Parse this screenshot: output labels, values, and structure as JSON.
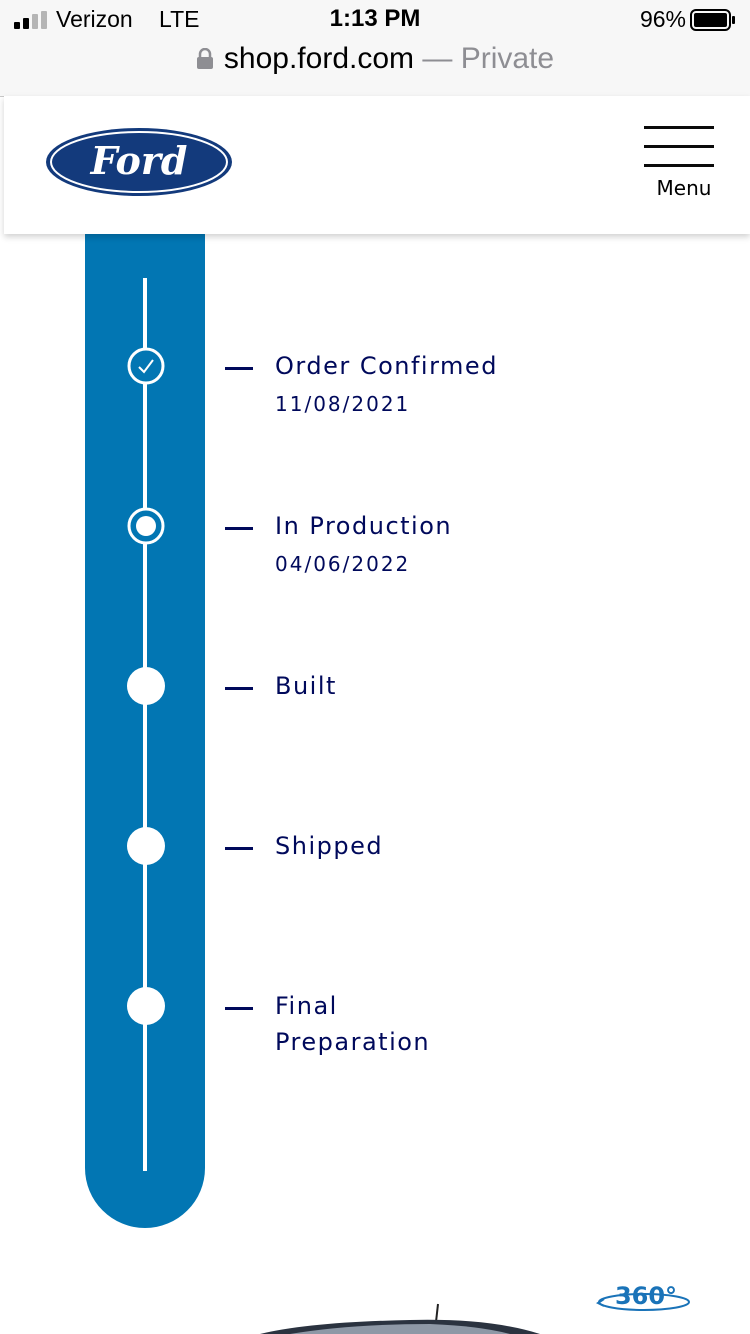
{
  "status_bar": {
    "carrier": "Verizon",
    "network": "LTE",
    "time": "1:13 PM",
    "battery_percent": "96%"
  },
  "url_bar": {
    "domain": "shop.ford.com",
    "mode": "— Private"
  },
  "header": {
    "logo_text": "Ford",
    "menu_label": "Menu"
  },
  "tracker": {
    "steps": [
      {
        "title": "Order Confirmed",
        "date": "11/08/2021",
        "state": "completed"
      },
      {
        "title": "In Production",
        "date": "04/06/2022",
        "state": "current"
      },
      {
        "title": "Built",
        "state": "pending"
      },
      {
        "title": "Shipped",
        "state": "pending"
      },
      {
        "title_line1": "Final",
        "title_line2": "Preparation",
        "state": "pending"
      }
    ]
  },
  "viewer": {
    "button_label": "360°"
  },
  "colors": {
    "tracker_blue": "#0276b3",
    "ford_navy": "#00095b",
    "ford_logo_blue": "#133a7c"
  }
}
